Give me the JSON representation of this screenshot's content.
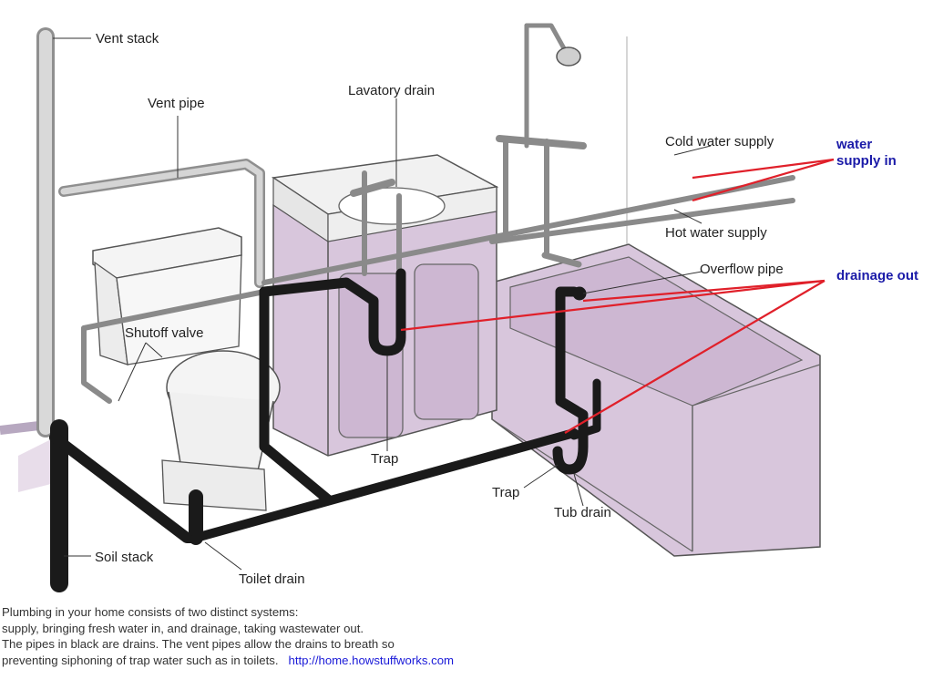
{
  "labels": {
    "vent_stack": "Vent stack",
    "vent_pipe": "Vent pipe",
    "lavatory_drain": "Lavatory drain",
    "cold_water_supply": "Cold water supply",
    "hot_water_supply": "Hot water supply",
    "overflow_pipe": "Overflow pipe",
    "shutoff_valve": "Shutoff valve",
    "trap_sink": "Trap",
    "trap_tub": "Trap",
    "tub_drain": "Tub drain",
    "soil_stack": "Soil stack",
    "toilet_drain": "Toilet drain"
  },
  "annotations": {
    "water_supply_in_line1": "water",
    "water_supply_in_line2": "supply in",
    "drainage_out": "drainage out"
  },
  "caption": {
    "line1": "Plumbing in your home consists of two distinct systems:",
    "line2": "supply, bringing fresh water in, and drainage, taking wastewater out.",
    "line3": "The pipes in black are drains. The vent pipes allow the drains to breath so",
    "line4": "preventing siphoning of trap water such as in toilets.",
    "link": "http://home.howstuffworks.com"
  },
  "colors": {
    "fixture_fill": "#d8c6dc",
    "drain_pipe": "#1a1a1a",
    "supply_pipe": "#9a9a9a",
    "annotation_red": "#e0202a",
    "annotation_blue": "#1a1aa8"
  }
}
